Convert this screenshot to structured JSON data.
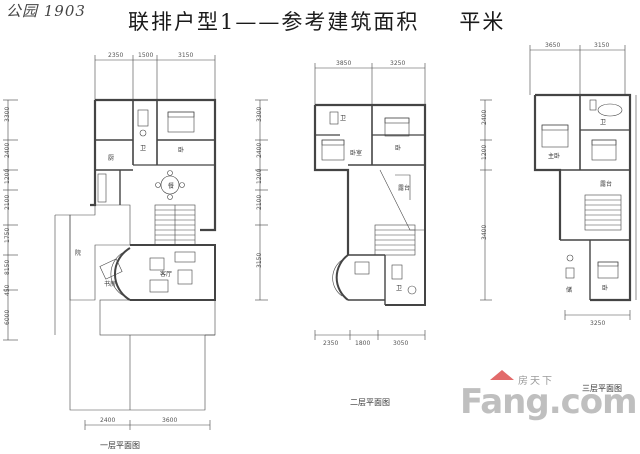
{
  "header": {
    "stamp": "公园 1903",
    "title_left": "联排户型1——参考建筑面积",
    "title_right": "平米"
  },
  "captions": {
    "floor1": "一层平面图",
    "floor2": "二层平面图",
    "floor3": "三层平面图"
  },
  "watermark": {
    "brand": "Fang",
    "suffix": ".com",
    "chinese": "房天下"
  },
  "dimensions": {
    "f1_top": [
      "2350",
      "1500",
      "3150"
    ],
    "f1_bottom": [
      "2400",
      "3600"
    ],
    "f2_top": [
      "3850",
      "3250"
    ],
    "f2_bottom": [
      "2350",
      "1800",
      "3050"
    ],
    "f3_top": [
      "3650",
      "3150"
    ],
    "f3_bottom": [
      "3250"
    ],
    "f1_left": [
      "3300",
      "2400",
      "1200",
      "2100",
      "1750",
      "8150",
      "450",
      "6000"
    ],
    "f2_left": [
      "3300",
      "2400",
      "1200",
      "2100",
      "3150"
    ],
    "f3_left": [
      "2400",
      "1200",
      "3400"
    ]
  },
  "room_labels": {
    "f1": [
      "卫",
      "卧",
      "厨",
      "餐",
      "客厅",
      "院",
      "书房"
    ],
    "f2": [
      "卧室",
      "卧",
      "卫",
      "露台",
      "卫"
    ],
    "f3": [
      "主卧",
      "卫",
      "露台",
      "卧",
      "储"
    ]
  }
}
